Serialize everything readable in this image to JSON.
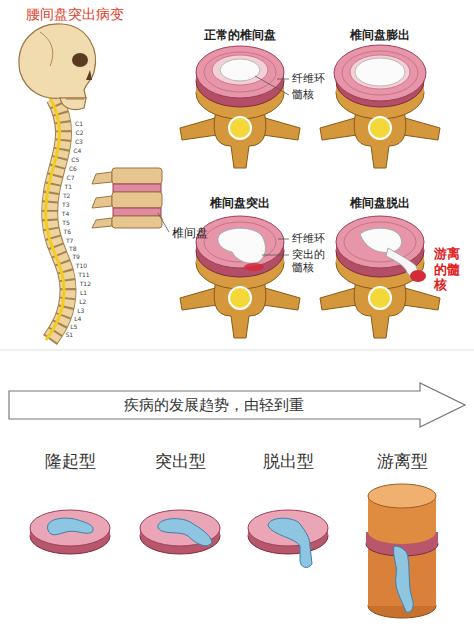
{
  "diagram": {
    "title": "腰间盘突出病变",
    "nodes": [
      {
        "text": [
          "疾病的发展趋势，由轻到重"
        ]
      }
    ],
    "labels": [
      "正常的椎间盘",
      "椎间盘膨出",
      "纤维环",
      "髓核",
      "椎间盘",
      "椎间盘突出",
      "椎间盘脱出",
      "纤维环",
      "突出的髓核",
      "游离的髓核",
      "C1",
      "C2",
      "C3",
      "C4",
      "C5",
      "C6",
      "C7",
      "T1",
      "T2",
      "T3",
      "T4",
      "T5",
      "T6",
      "T7",
      "T8",
      "T9",
      "T10",
      "T11",
      "T12",
      "L1",
      "L2",
      "L3",
      "L4",
      "L5",
      "S1",
      "隆起型",
      "突出型",
      "脱出型",
      "游离型"
    ]
  }
}
